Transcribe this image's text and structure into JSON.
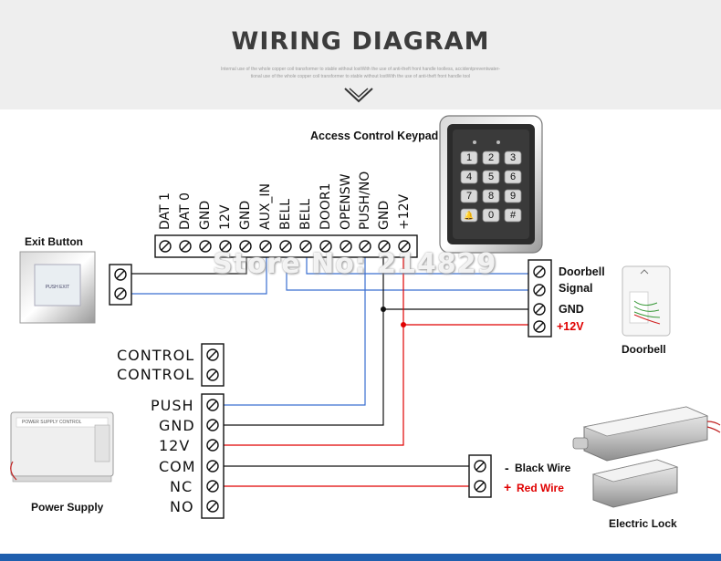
{
  "header": {
    "title": "WIRING DIAGRAM",
    "subtitle_line1": "Internal use of the whole copper coil transformer to stable without lostWith the use of anti-theft front handle toolless, accidentpreventwater-",
    "subtitle_line2": "tional use of the whole copper coil transformer to stable without lostWith the use of anti-theft front handle tool"
  },
  "keypad": {
    "label": "Access Control Keypad",
    "keys": [
      "1",
      "2",
      "3",
      "4",
      "5",
      "6",
      "7",
      "8",
      "9",
      "🔔",
      "0",
      "#"
    ]
  },
  "top_terminals": [
    "DAT 1",
    "DAT 0",
    "GND",
    "12V",
    "GND",
    "AUX_IN",
    "BELL",
    "BELL",
    "DOOR1",
    "OPENSW",
    "PUSH/NO",
    "GND",
    "+12V"
  ],
  "exit_button": {
    "label": "Exit Button"
  },
  "doorbell": {
    "label": "Doorbell",
    "terminals": [
      "Doorbell",
      "Signal",
      "GND",
      "+12V"
    ]
  },
  "power_supply": {
    "label": "Power Supply",
    "terminals": [
      "CONTROL",
      "CONTROL",
      "PUSH",
      "GND",
      "12V",
      "COM",
      "NC",
      "NO"
    ],
    "panel_text": "POWER SUPPLY CONTROL"
  },
  "electric_lock": {
    "label": "Electric Lock",
    "wires": [
      {
        "sign": "-",
        "name": "Black Wire"
      },
      {
        "sign": "+",
        "name": "Red Wire"
      }
    ]
  },
  "watermark": "Store No: 214829",
  "colors": {
    "blue_wire": "#3a6fd0",
    "black_wire": "#111111",
    "red_wire": "#e00000",
    "accent_bar": "#1f5fae"
  }
}
